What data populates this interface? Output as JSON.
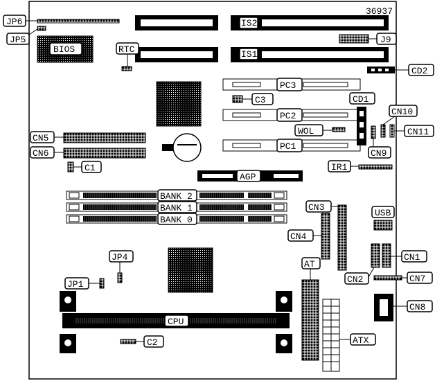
{
  "diagram_id": "36937",
  "labels": {
    "jp6": "JP6",
    "jp5": "JP5",
    "bios": "BIOS",
    "rtc": "RTC",
    "is2": "IS2",
    "is1": "IS1",
    "j9": "J9",
    "cd2": "CD2",
    "pc3": "PC3",
    "c3": "C3",
    "pc2": "PC2",
    "pc1": "PC1",
    "cd1": "CD1",
    "cn10": "CN10",
    "cn11": "CN11",
    "wol": "WOL",
    "cn9": "CN9",
    "cn5": "CN5",
    "cn6": "CN6",
    "c1": "C1",
    "ir1": "IR1",
    "agp": "AGP",
    "bank2": "BANK 2",
    "bank1": "BANK 1",
    "bank0": "BANK 0",
    "cn3": "CN3",
    "usb": "USB",
    "cn4": "CN4",
    "cn1": "CN1",
    "cn2": "CN2",
    "cn7": "CN7",
    "jp4": "JP4",
    "jp1": "JP1",
    "at": "AT",
    "cpu": "CPU",
    "cn8": "CN8",
    "atx": "ATX",
    "c2": "C2"
  }
}
